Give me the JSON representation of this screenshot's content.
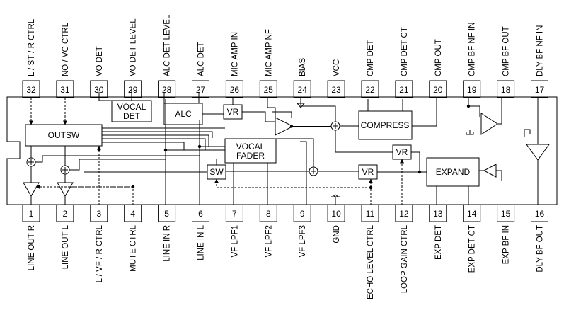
{
  "pins_top": [
    {
      "num": "32",
      "label": "L / ST / R  CTRL"
    },
    {
      "num": "31",
      "label": "NO / VC  CTRL"
    },
    {
      "num": "30",
      "label": "VO  DET"
    },
    {
      "num": "29",
      "label": "VO  DET  LEVEL"
    },
    {
      "num": "28",
      "label": "ALC  DET  LEVEL"
    },
    {
      "num": "27",
      "label": "ALC  DET"
    },
    {
      "num": "26",
      "label": "MIC  AMP  IN"
    },
    {
      "num": "25",
      "label": "MIC  AMP  NF"
    },
    {
      "num": "24",
      "label": "BIAS"
    },
    {
      "num": "23",
      "label": "VCC"
    },
    {
      "num": "22",
      "label": "CMP  DET"
    },
    {
      "num": "21",
      "label": "CMP  DET  CT"
    },
    {
      "num": "20",
      "label": "CMP  OUT"
    },
    {
      "num": "19",
      "label": "CMP  BF  NF  IN"
    },
    {
      "num": "18",
      "label": "CMP  BF  OUT"
    },
    {
      "num": "17",
      "label": "DLY  BF  NF  IN"
    }
  ],
  "pins_bottom": [
    {
      "num": "1",
      "label": "LINE  OUT  R"
    },
    {
      "num": "2",
      "label": "LINE  OUT  L"
    },
    {
      "num": "3",
      "label": "L / VF / R  CTRL"
    },
    {
      "num": "4",
      "label": "MUTE  CTRL"
    },
    {
      "num": "5",
      "label": "LINE  IN  R"
    },
    {
      "num": "6",
      "label": "LINE  IN  L"
    },
    {
      "num": "7",
      "label": "VF  LPF1"
    },
    {
      "num": "8",
      "label": "VF  LPF2"
    },
    {
      "num": "9",
      "label": "VF  LPF3"
    },
    {
      "num": "10",
      "label": "GND"
    },
    {
      "num": "11",
      "label": "ECHO  LEVEL  CTRL"
    },
    {
      "num": "12",
      "label": "LOOP  GAIN  CTRL"
    },
    {
      "num": "13",
      "label": "EXP  DET"
    },
    {
      "num": "14",
      "label": "EXP  DET  CT"
    },
    {
      "num": "15",
      "label": "EXP  BF  IN"
    },
    {
      "num": "16",
      "label": "DLY  BF  OUT"
    }
  ],
  "blocks": {
    "vocal_det": [
      "VOCAL",
      "DET"
    ],
    "alc": "ALC",
    "vr_mic": "VR",
    "outsw": "OUTSW",
    "vocal_fader": [
      "VOCAL",
      "FADER"
    ],
    "sw": "SW",
    "compress": "COMPRESS",
    "vr_loop": "VR",
    "vr_echo": "VR",
    "expand": "EXPAND"
  }
}
